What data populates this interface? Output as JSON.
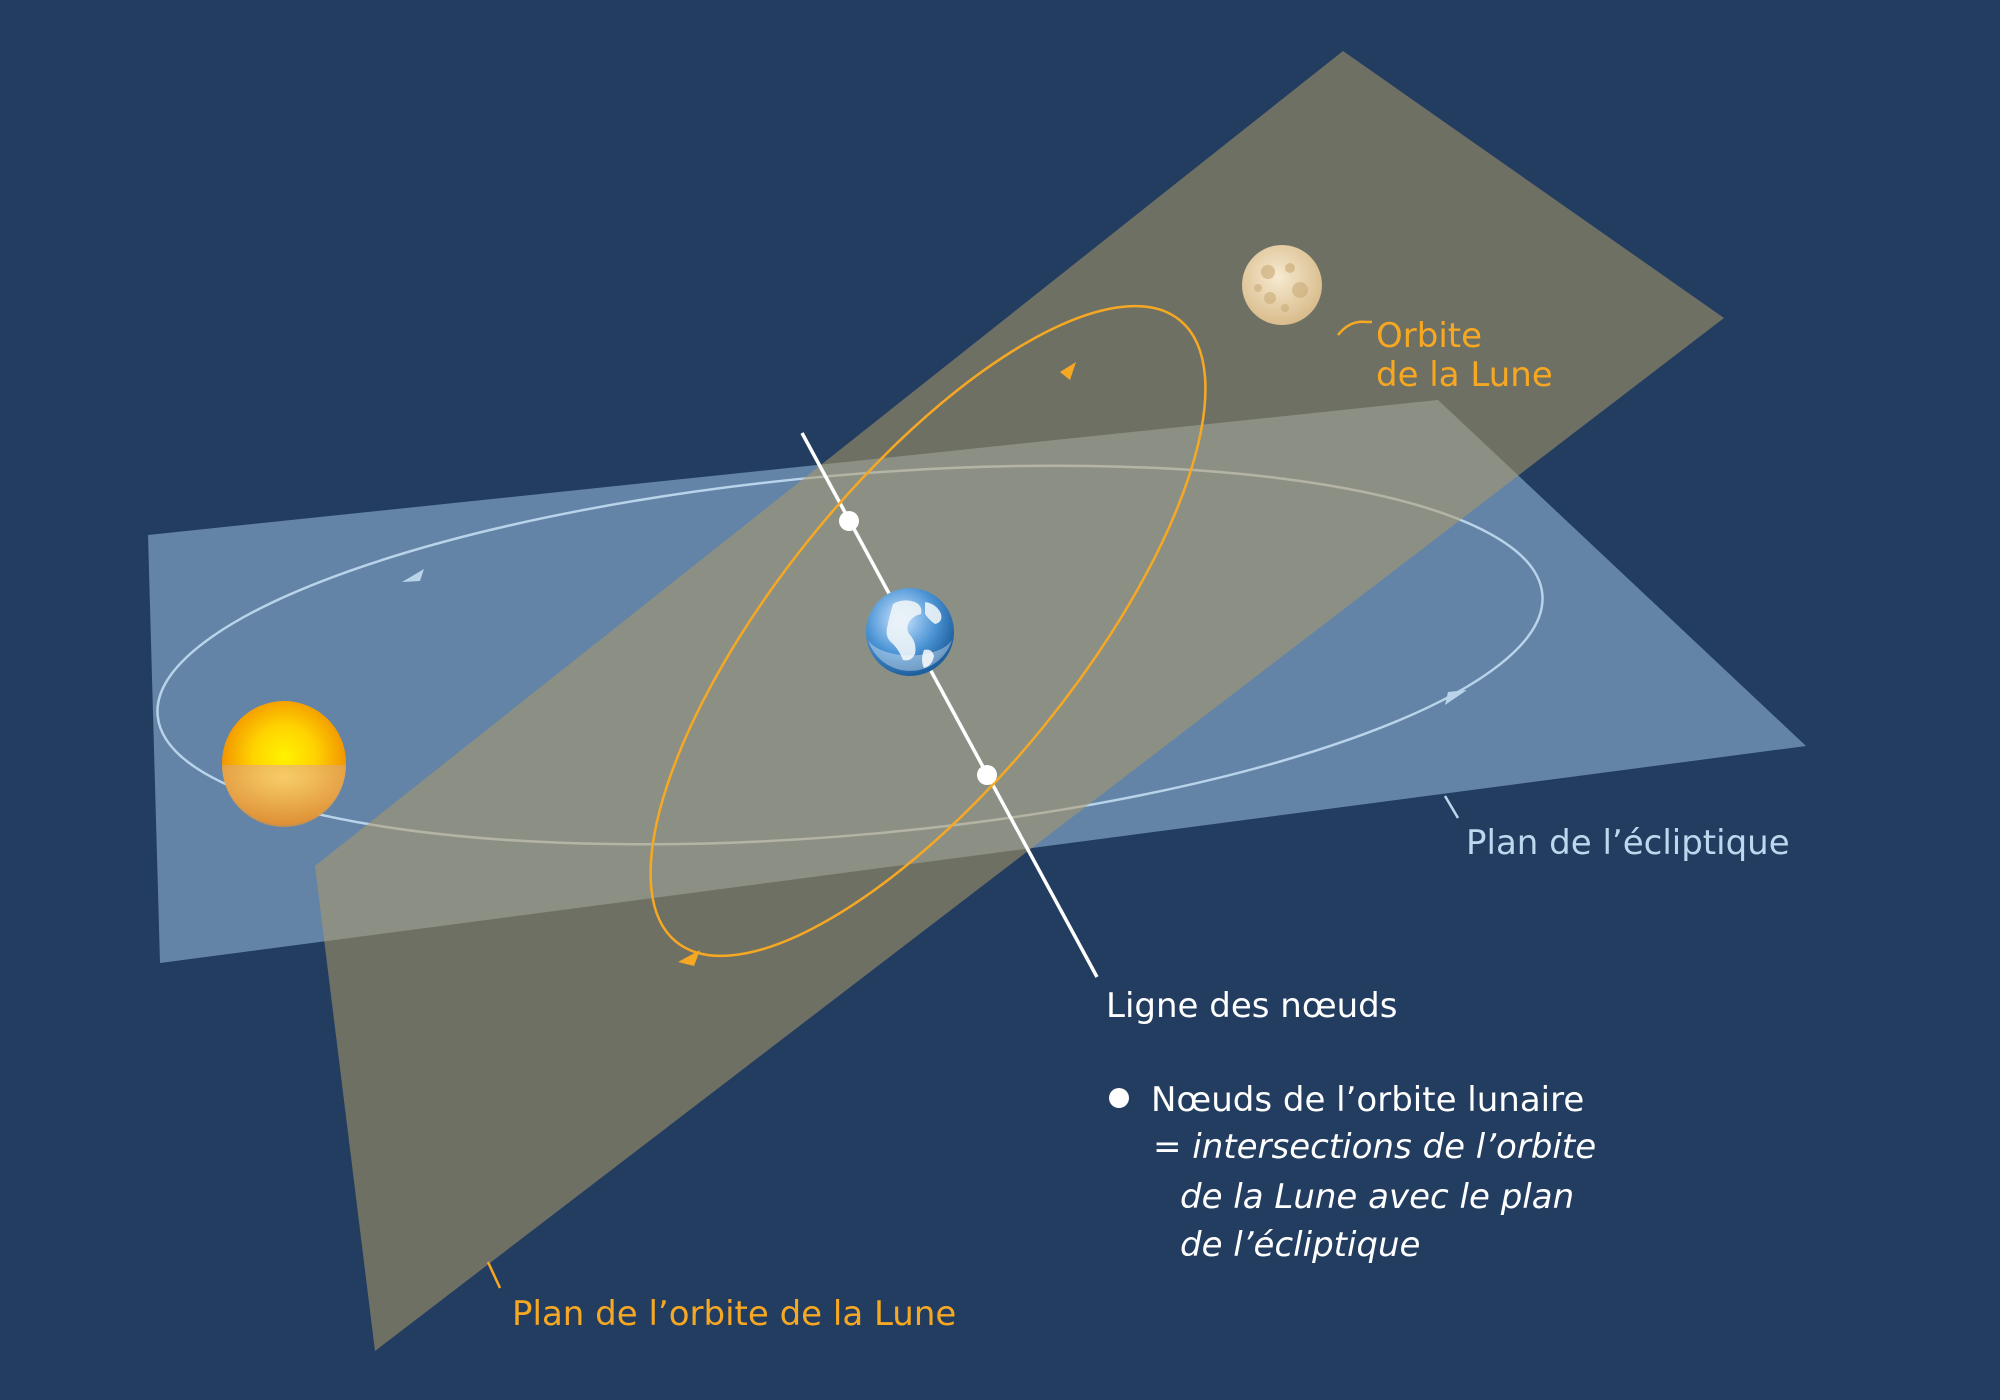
{
  "labels": {
    "moon_orbit_line1": "Orbite",
    "moon_orbit_line2": "de la Lune",
    "ecliptic_plane": "Plan de l’écliptique",
    "line_of_nodes": "Ligne des nœuds",
    "nodes_legend": "Nœuds de l’orbite lunaire",
    "nodes_definition_line1": "= intersections de l’orbite",
    "nodes_definition_line2": "de la Lune avec le plan",
    "nodes_definition_line3": "de l’écliptique",
    "moon_plane": "Plan de l’orbite de la Lune"
  },
  "colors": {
    "background": "#233d61",
    "ecliptic_plane": "#8db4d6",
    "moon_plane": "#ae9a67",
    "moon_orbit": "#f7a823",
    "ecliptic_orbit": "#b8d3ea",
    "node_line": "#ffffff"
  },
  "icons": {
    "sun": "sun-icon",
    "earth": "earth-icon",
    "moon": "moon-icon",
    "node": "node-dot-icon"
  }
}
